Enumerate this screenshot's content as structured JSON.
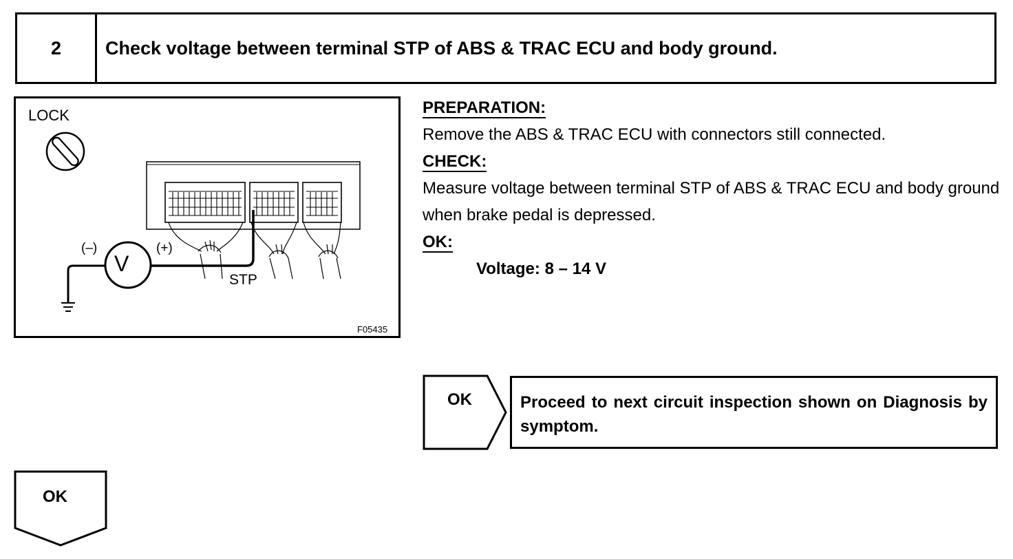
{
  "step": {
    "number": "2",
    "title": "Check voltage between terminal STP of ABS & TRAC ECU and body ground."
  },
  "figure": {
    "lock_label": "LOCK",
    "negative_label": "(–)",
    "positive_label": "(+)",
    "meter_label": "V",
    "terminal_label": "STP",
    "figure_code": "F05435",
    "icons": [
      "ignition-lock-icon",
      "voltmeter-icon",
      "ground-icon",
      "ecu-connector-icon"
    ]
  },
  "instructions": {
    "preparation_label": "PREPARATION:",
    "preparation_text": "Remove the ABS & TRAC ECU with connectors still connected.",
    "check_label": "CHECK:",
    "check_text": "Measure voltage between terminal STP of ABS & TRAC ECU and body ground when brake pedal is depressed.",
    "ok_label": "OK:",
    "ok_spec": "Voltage: 8 – 14 V"
  },
  "result_ok": {
    "label": "OK",
    "text": "Proceed to next circuit inspection shown on Diagnosis by symptom."
  },
  "next_ok": {
    "label": "OK"
  }
}
